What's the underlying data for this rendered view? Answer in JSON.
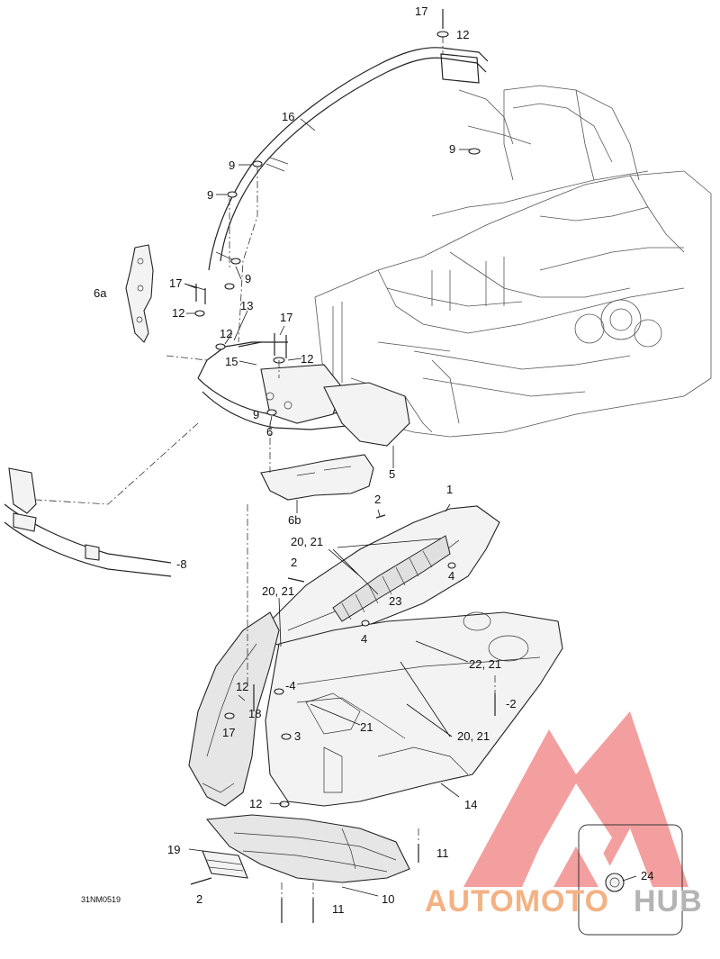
{
  "diagram_code": "31NM0519",
  "callouts": {
    "c17_top": "17",
    "c12_top": "12",
    "c16": "16",
    "c9_right": "9",
    "c9_a": "9",
    "c9_b": "9",
    "c9_c": "9",
    "c9_d": "9",
    "c6a": "6a",
    "c17_left": "17",
    "c12_left": "12",
    "c13": "13",
    "c12_mid": "12",
    "c17_mid": "17",
    "c12_midr": "12",
    "c15": "15",
    "c6": "6",
    "c5": "5",
    "c6b": "6b",
    "c8": "-8",
    "c2_a": "2",
    "c1": "1",
    "c2021_a": "20, 21",
    "c4_a": "4",
    "c2_b": "2",
    "c2021_b": "20, 21",
    "c23": "23",
    "c4_b": "4",
    "c2221": "22, 21",
    "c12_low": "12",
    "c4_c": "-4",
    "c2_c": "-2",
    "c18": "18",
    "c21": "21",
    "c17_low": "17",
    "c3": "3",
    "c2021_c": "20, 21",
    "c14": "14",
    "c12_bot": "12",
    "c19": "19",
    "c11_a": "11",
    "c2_d": "2",
    "c11_b": "11",
    "c10": "10",
    "c24": "24"
  },
  "watermark": {
    "brand_left": "AUTOMOTO",
    "brand_right": "HUB",
    "brand_left_color": "#f4b183",
    "brand_right_color": "#b4b4b4",
    "logo_color": "#f08080"
  }
}
